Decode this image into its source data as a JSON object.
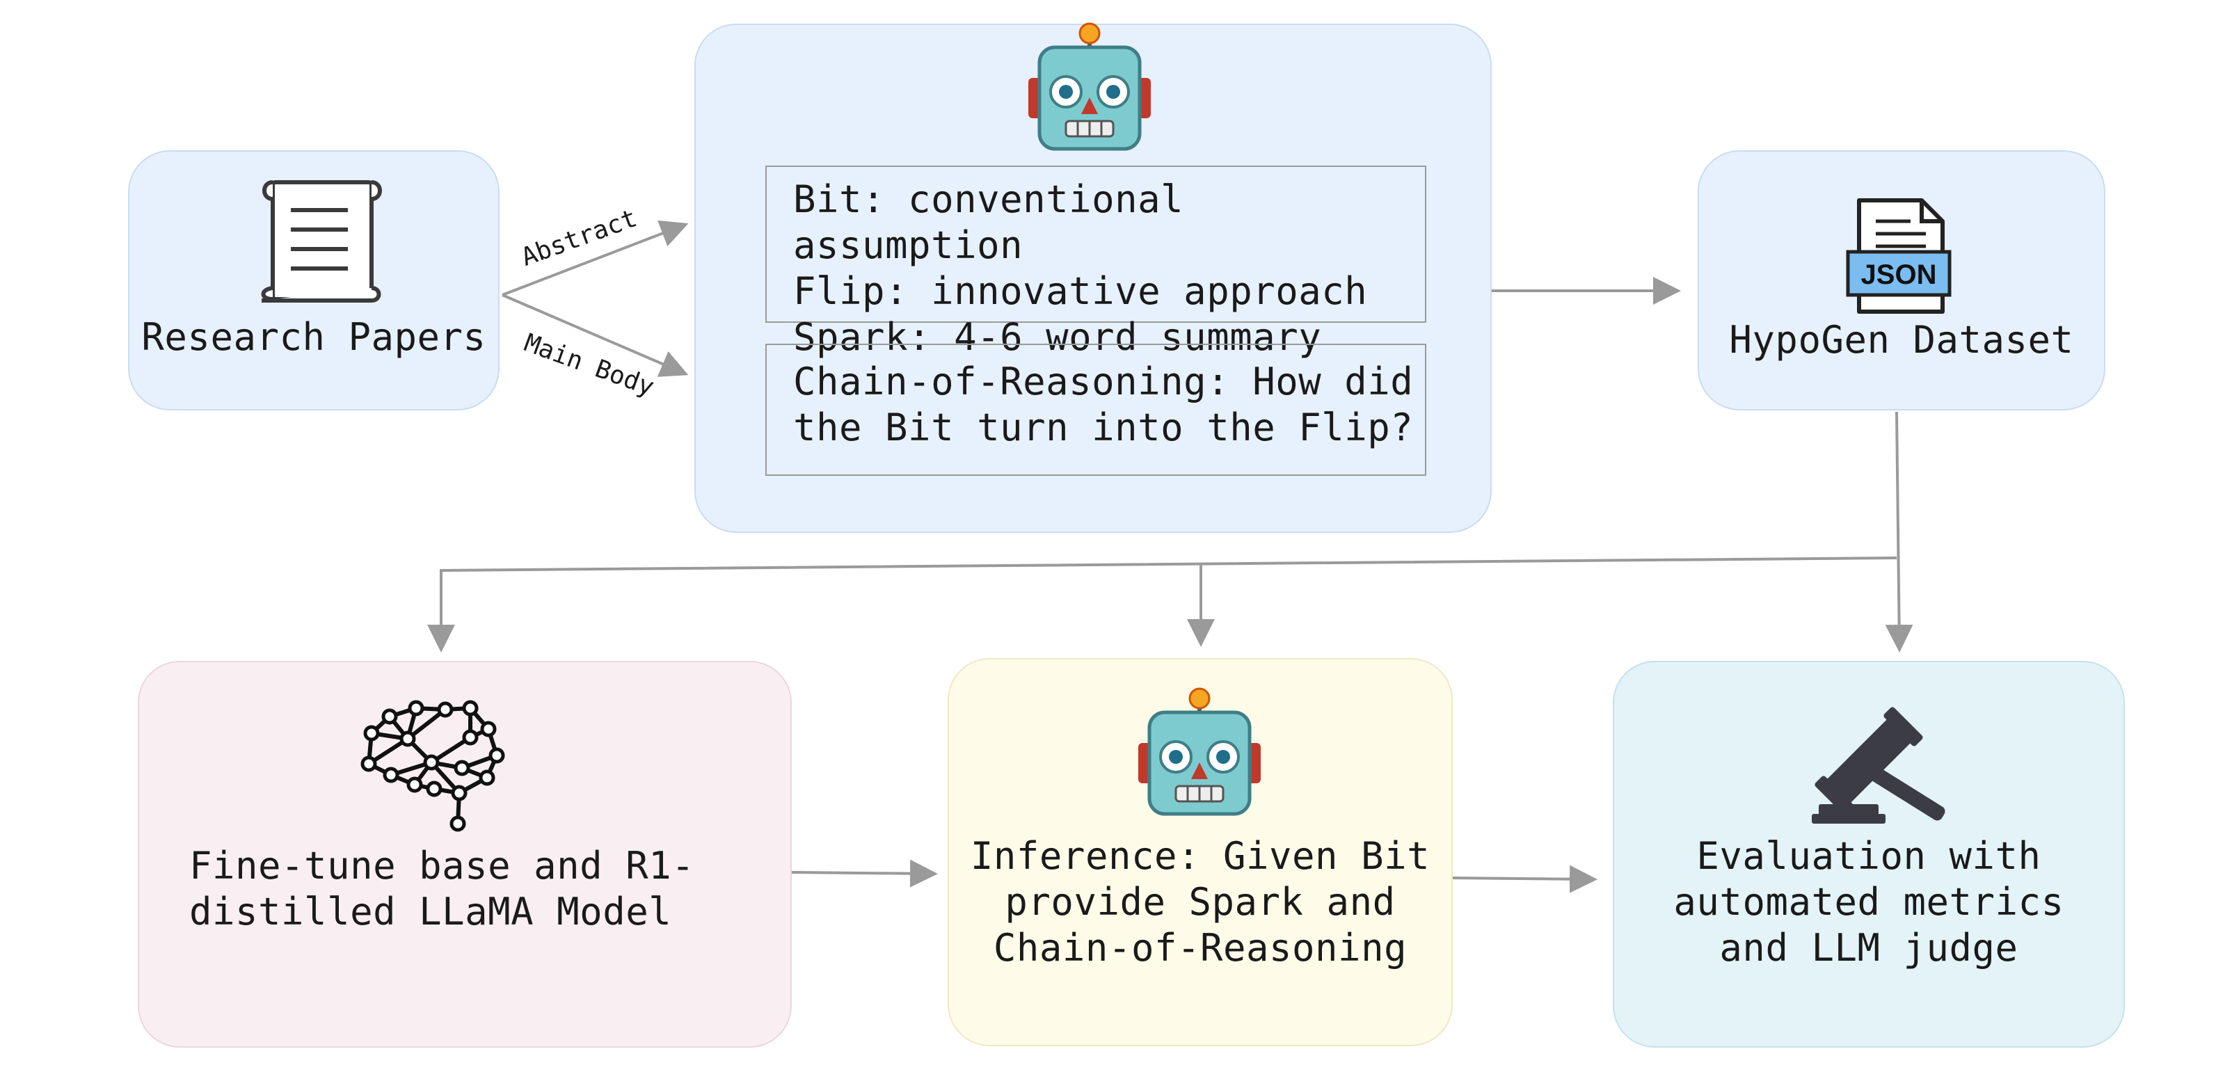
{
  "nodes": {
    "research_papers": {
      "label": "Research Papers"
    },
    "extraction": {
      "bit_flip_spark": "Bit: conventional assumption\nFlip: innovative approach\nSpark: 4-6 word summary",
      "chain_of_reasoning": "Chain-of-Reasoning: How did\nthe Bit turn into the Flip?"
    },
    "hypogen_dataset": {
      "label": "HypoGen Dataset",
      "file_badge": "JSON"
    },
    "fine_tune": {
      "label": "Fine-tune base and R1-\ndistilled LLaMA Model"
    },
    "inference": {
      "label": "Inference: Given Bit\nprovide Spark and\nChain-of-Reasoning"
    },
    "evaluation": {
      "label": "Evaluation with\nautomated metrics\nand LLM judge"
    }
  },
  "edges": {
    "abstract": "Abstract",
    "main_body": "Main Body"
  },
  "icons": {
    "research_papers": "scroll-icon",
    "extraction": "robot-icon",
    "hypogen_dataset": "json-file-icon",
    "fine_tune": "neural-brain-icon",
    "inference": "robot-icon",
    "evaluation": "gavel-icon"
  },
  "colors": {
    "blue_box": "#e7f1fd",
    "pink_box": "#f9eff3",
    "yellow_box": "#fefbe8",
    "teal_box": "#e3f3f8",
    "arrow": "#9a9a9a"
  }
}
